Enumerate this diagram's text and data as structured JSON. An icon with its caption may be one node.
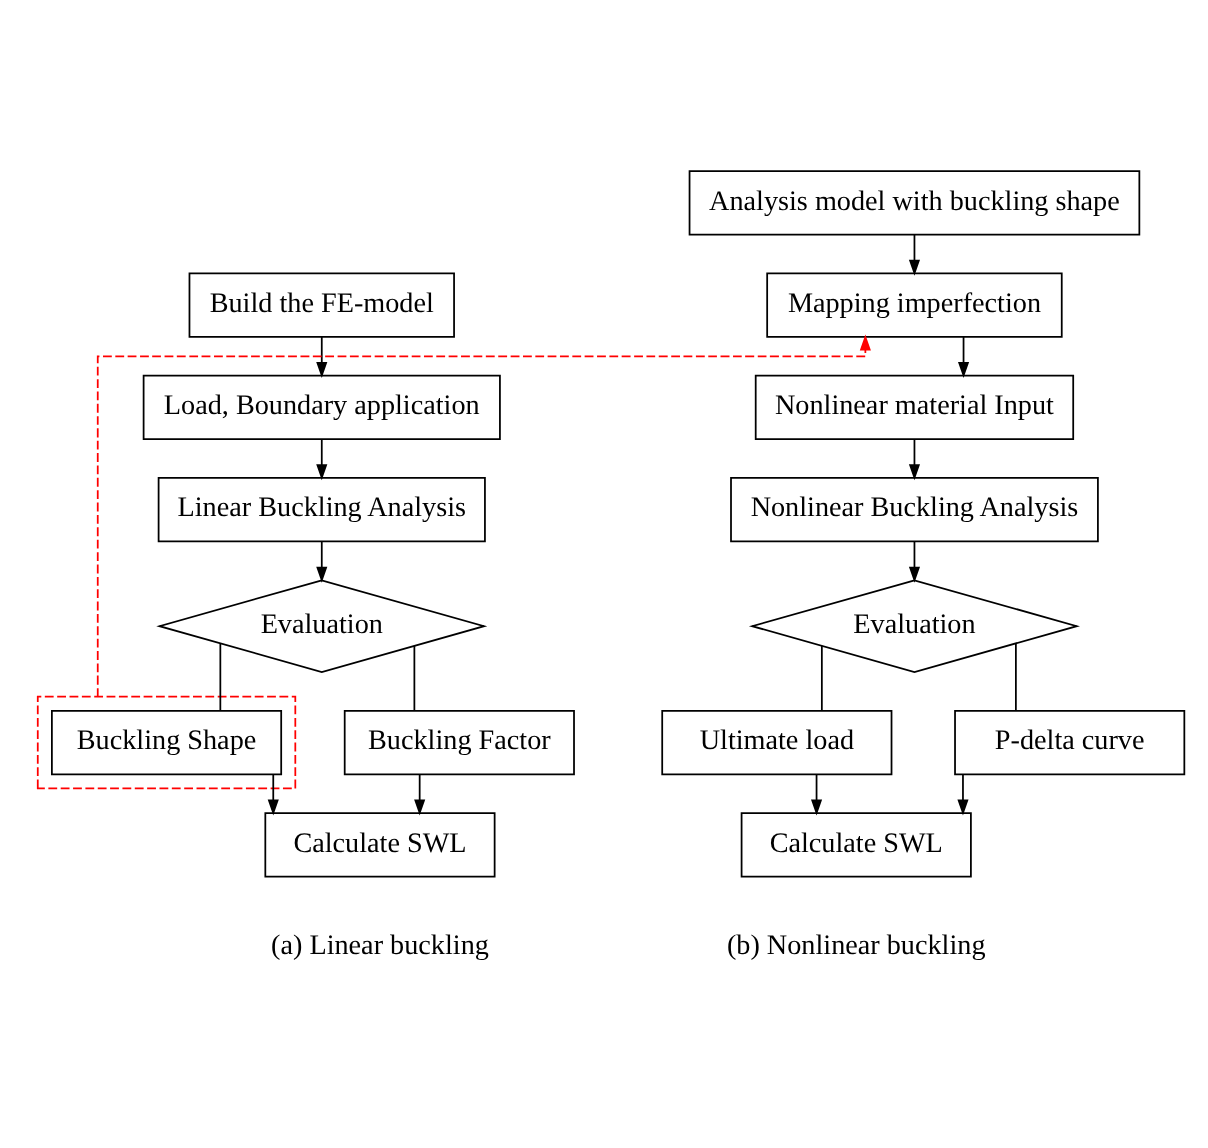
{
  "diagram": {
    "nodes": [
      {
        "text": [
          "Build the FE-model"
        ]
      },
      {
        "text": [
          "Load, Boundary application"
        ]
      },
      {
        "text": [
          "Linear Buckling Analysis"
        ]
      },
      {
        "text": [
          "Evaluation"
        ]
      },
      {
        "text": [],
        "shape": "box"
      },
      {
        "text": [
          "Buckling Shape"
        ],
        "in": 4
      },
      {
        "text": [
          "Buckling Factor"
        ]
      },
      {
        "text": [
          "Calculate SWL"
        ]
      },
      {
        "text": [
          "Analysis model with buckling shape"
        ]
      },
      {
        "text": [
          "Mapping imperfection"
        ]
      },
      {
        "text": [
          "Nonlinear material Input"
        ]
      },
      {
        "text": [
          "Nonlinear Buckling Analysis"
        ]
      },
      {
        "text": [
          "Evaluation"
        ]
      },
      {
        "text": [
          "Ultimate load"
        ]
      },
      {
        "text": [
          "P-delta curve"
        ]
      },
      {
        "text": [
          "Calculate SWL"
        ]
      }
    ],
    "edges": [
      {
        "from": 0,
        "to": 1,
        "arrow": "to"
      },
      {
        "from": 1,
        "to": 2,
        "arrow": "to"
      },
      {
        "from": 2,
        "to": 3,
        "arrow": "to"
      },
      {
        "from": 3,
        "to": 5,
        "arrow": "none"
      },
      {
        "from": 3,
        "to": 6,
        "arrow": "none"
      },
      {
        "from": 5,
        "to": 7,
        "arrow": "to"
      },
      {
        "from": 6,
        "to": 7,
        "arrow": "to"
      },
      {
        "from": 4,
        "to": 9,
        "arrow": "to",
        "style": "dashed",
        "color": "#ff0000"
      },
      {
        "from": 8,
        "to": 9,
        "arrow": "to"
      },
      {
        "from": 9,
        "to": 10,
        "arrow": "to"
      },
      {
        "from": 10,
        "to": 11,
        "arrow": "to"
      },
      {
        "from": 11,
        "to": 12,
        "arrow": "to"
      },
      {
        "from": 12,
        "to": 13,
        "arrow": "none"
      },
      {
        "from": 12,
        "to": 14,
        "arrow": "none"
      },
      {
        "from": 13,
        "to": 15,
        "arrow": "to"
      },
      {
        "from": 14,
        "to": 15,
        "arrow": "to"
      }
    ],
    "labels": [
      "(a) Linear buckling",
      "(b) Nonlinear buckling"
    ]
  }
}
